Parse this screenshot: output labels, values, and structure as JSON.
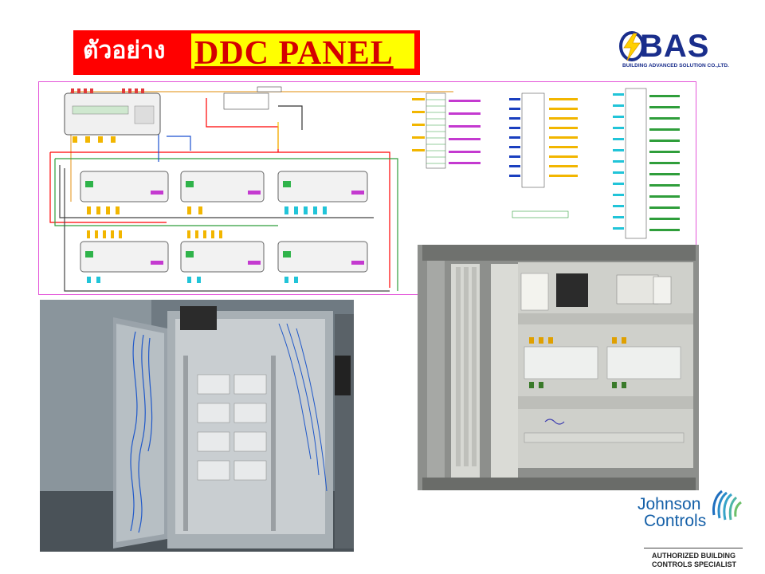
{
  "title": {
    "thai": "ตัวอย่าง",
    "english": "DDC  PANEL"
  },
  "bas_logo": {
    "name": "BAS",
    "subtitle": "BUILDING ADVANCED SOLUTION CO.,LTD."
  },
  "johnson_logo": {
    "line1": "Johnson",
    "line2": "Controls",
    "tagline": "AUTHORIZED BUILDING\nCONTROLS SPECIALIST"
  },
  "icons": {
    "bas": "lightning-circle-icon",
    "johnson": "wave-sphere-icon"
  },
  "colors": {
    "title_red": "#ff0000",
    "title_yellow": "#ffff00",
    "bas_blue": "#1a2e8c",
    "jc_blue": "#1560a8",
    "schematic_border": "#e455d9"
  }
}
